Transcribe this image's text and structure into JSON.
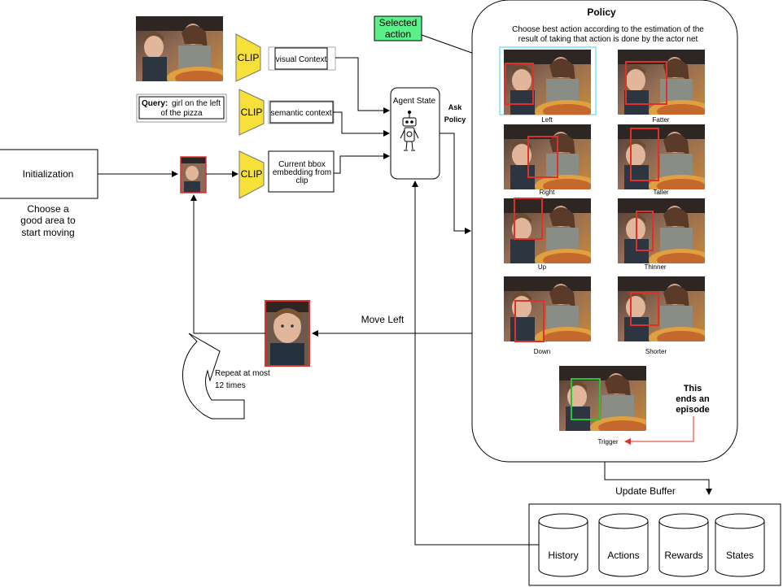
{
  "input": {
    "query_label": "Query:",
    "query_text_line1": "girl on the left",
    "query_text_line2": "of the pizza"
  },
  "clip": {
    "label": "CLIP",
    "visual_context": "visual Context",
    "semantic_context": "semantic context",
    "bbox_embedding_line1": "Current bbox",
    "bbox_embedding_line2": "embedding from",
    "bbox_embedding_line3": "clip"
  },
  "initialization": {
    "label": "Initialization",
    "caption_line1": "Choose a",
    "caption_line2": "good area to",
    "caption_line3": "start moving"
  },
  "agent": {
    "label": "Agent State",
    "icon": "robot-icon",
    "ask_line1": "Ask",
    "ask_line2": "Policy"
  },
  "selected_action": {
    "line1": "Selected",
    "line2": "action",
    "color": "#5cf08a"
  },
  "policy": {
    "title": "Policy",
    "subtitle_line1": "Choose best action according to the estimation of the",
    "subtitle_line2": "result of taking that action is done by the actor net",
    "actions": [
      "Left",
      "Fatter",
      "Right",
      "Taller",
      "Up",
      "Thinner",
      "Down",
      "Shorter"
    ],
    "trigger": "Trigger",
    "episode_note_line1": "This",
    "episode_note_line2": "ends an",
    "episode_note_line3": "episode"
  },
  "loop": {
    "move_label": "Move Left",
    "repeat_line1": "Repeat at most",
    "repeat_line2": "12 times"
  },
  "buffer": {
    "update_label": "Update Buffer",
    "stores": [
      "History",
      "Actions",
      "Rewards",
      "States"
    ]
  },
  "colors": {
    "bbox_red": "#e0302a",
    "bbox_green": "#27c235",
    "selected_highlight": "#7fe3f0",
    "clip_yellow": "#f7e03a",
    "trigger_arrow": "#e0302a"
  }
}
